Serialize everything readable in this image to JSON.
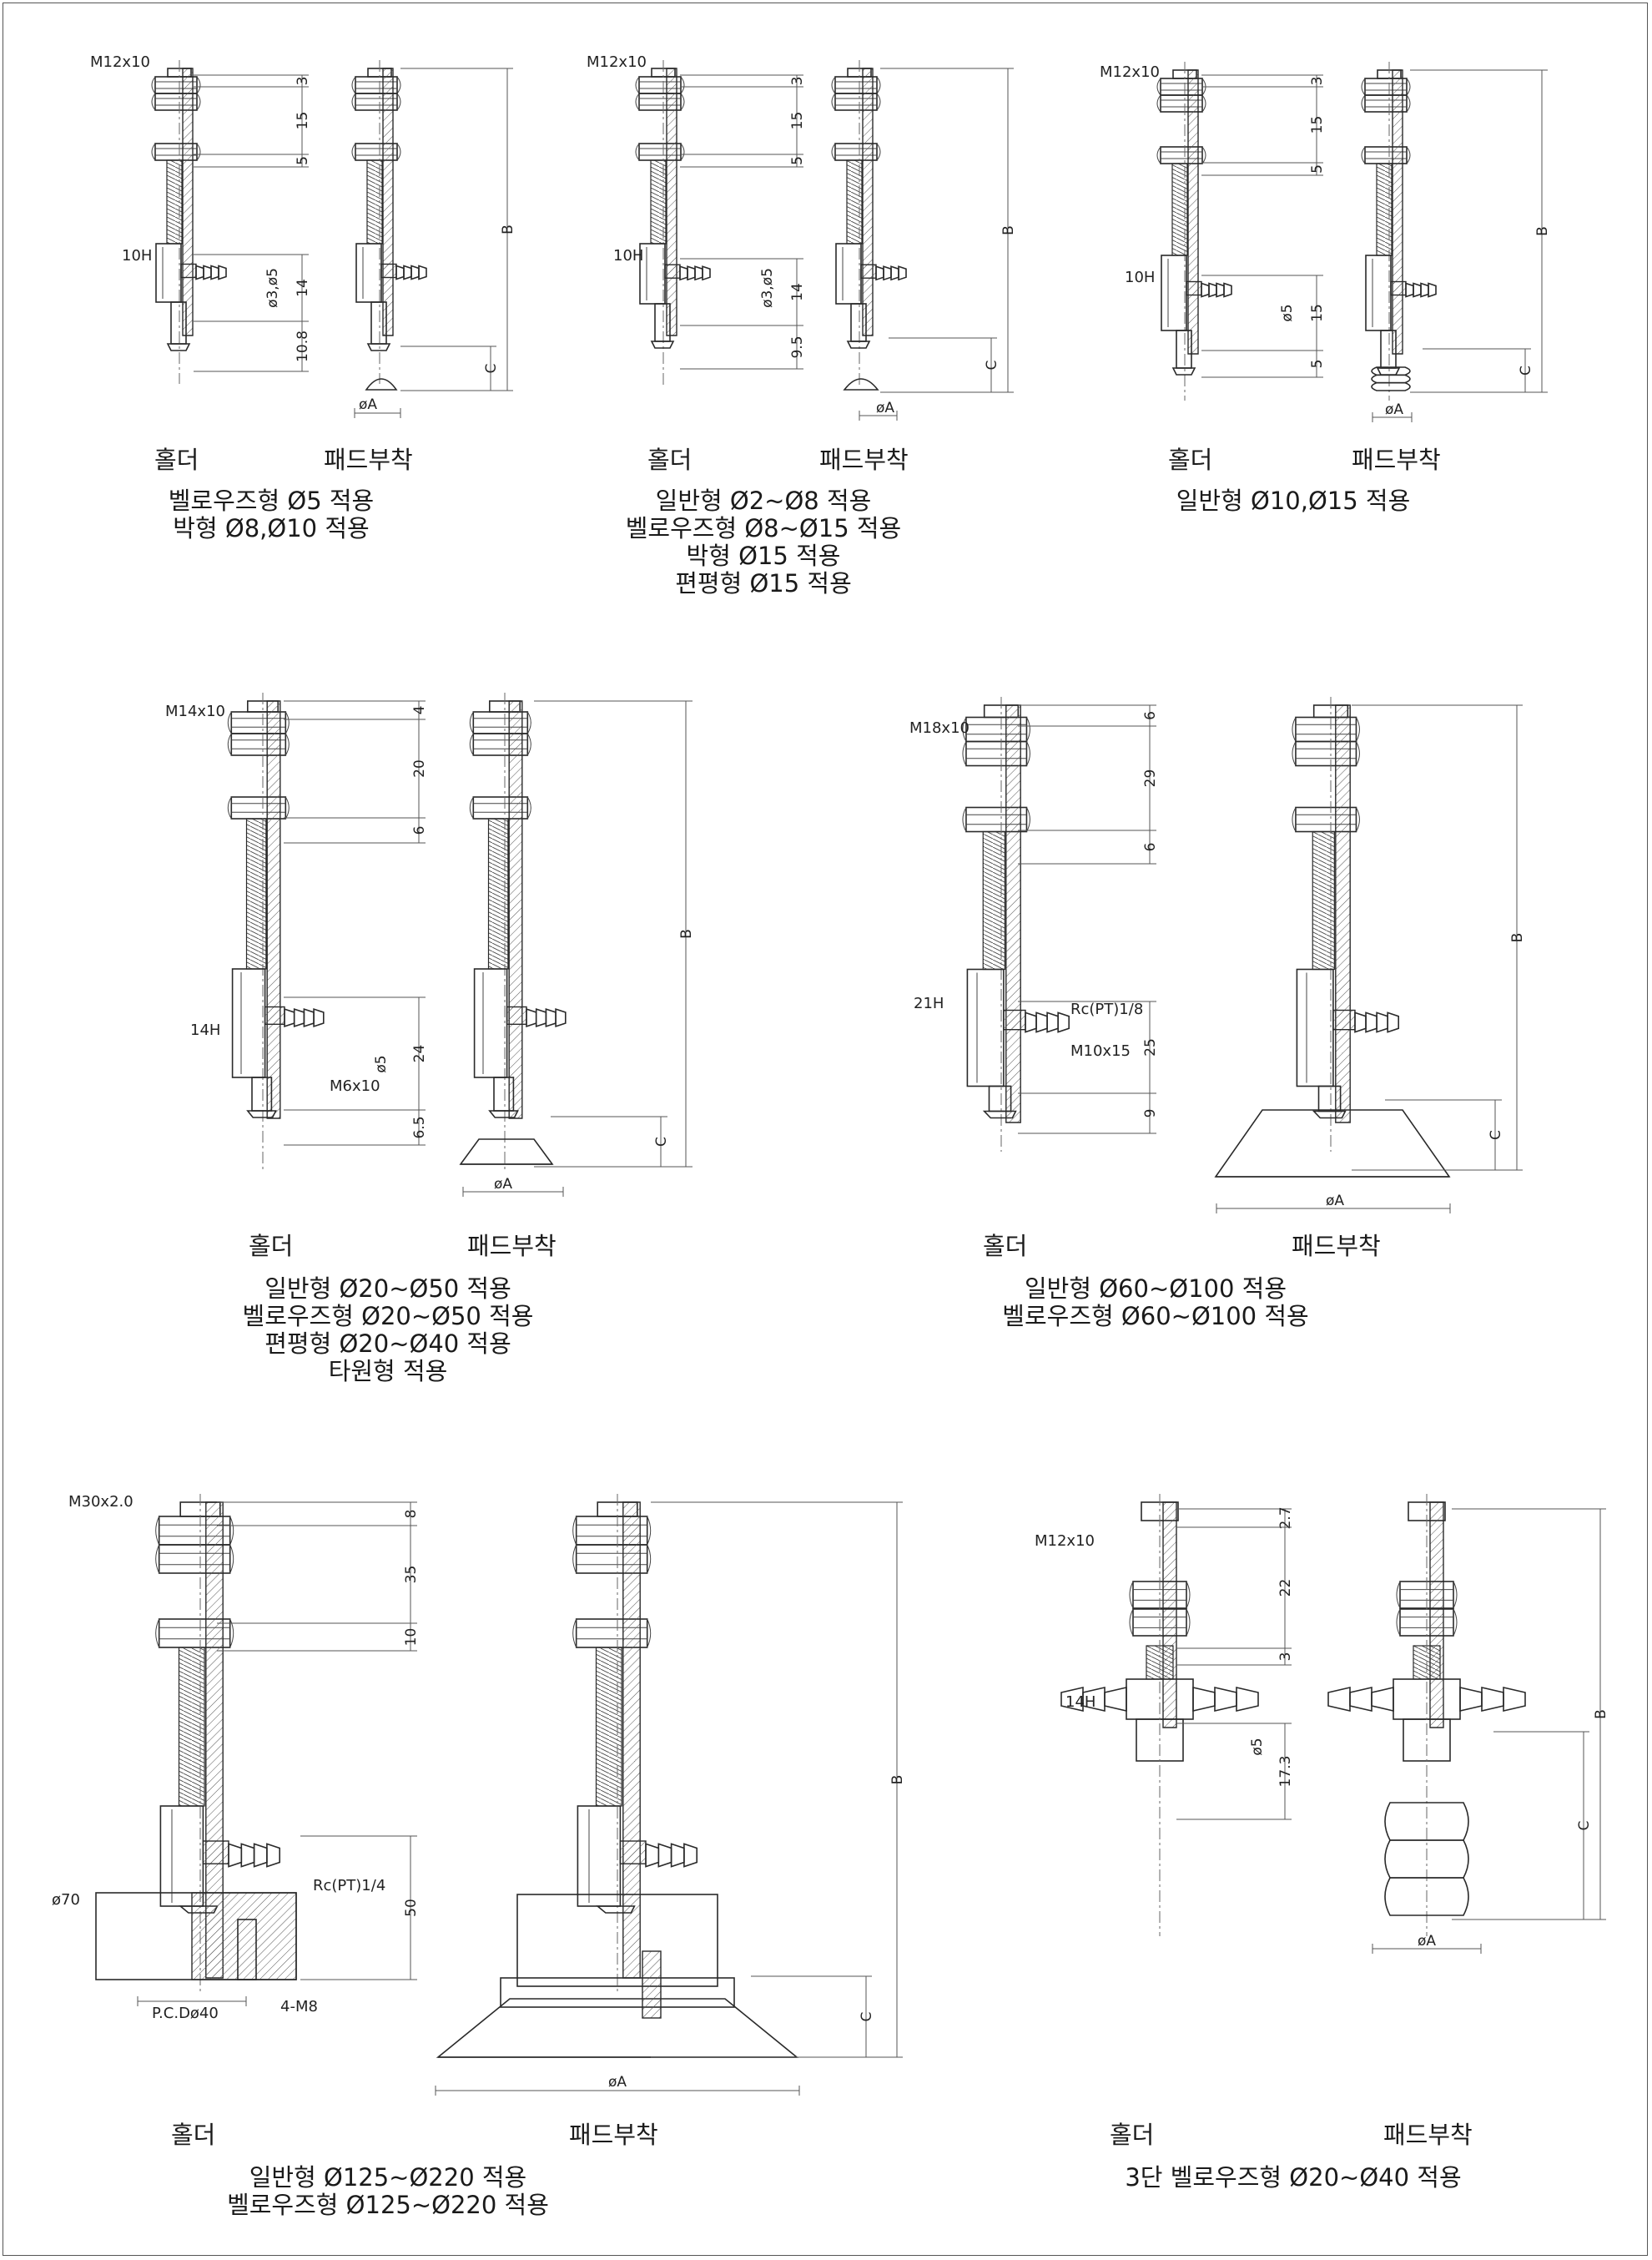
{
  "labels": {
    "holder": "홀더",
    "pad": "패드부착"
  },
  "groups": [
    {
      "captions": [
        "벨로우즈형 Ø5 적용",
        "박형 Ø8,Ø10 적용"
      ],
      "thread": "M12x10",
      "hex": "10H",
      "dims": [
        "3",
        "15",
        "5",
        "14",
        "10.8"
      ],
      "port": "ø3,ø5",
      "pad_dims": [
        "B",
        "C",
        "øA"
      ]
    },
    {
      "captions": [
        "일반형 Ø2~Ø8 적용",
        "벨로우즈형 Ø8~Ø15 적용",
        "박형 Ø15 적용",
        "편평형 Ø15 적용"
      ],
      "thread": "M12x10",
      "hex": "10H",
      "dims": [
        "3",
        "15",
        "5",
        "14",
        "9.5"
      ],
      "port": "ø3,ø5",
      "pad_dims": [
        "B",
        "C",
        "øA"
      ]
    },
    {
      "captions": [
        "일반형 Ø10,Ø15 적용"
      ],
      "thread": "M12x10",
      "hex": "10H",
      "dims": [
        "3",
        "15",
        "5",
        "15",
        "5"
      ],
      "port": "ø5",
      "pad_dims": [
        "B",
        "C",
        "øA"
      ]
    },
    {
      "captions": [
        "일반형 Ø20~Ø50 적용",
        "벨로우즈형 Ø20~Ø50 적용",
        "편평형 Ø20~Ø40 적용",
        "타원형 적용"
      ],
      "thread": "M14x10",
      "hex": "14H",
      "dims": [
        "4",
        "20",
        "6",
        "24",
        "6.5"
      ],
      "port": "ø5",
      "extra": "M6x10",
      "pad_dims": [
        "B",
        "C",
        "øA"
      ]
    },
    {
      "captions": [
        "일반형 Ø60~Ø100 적용",
        "벨로우즈형 Ø60~Ø100 적용"
      ],
      "thread": "M18x10",
      "hex": "21H",
      "dims": [
        "6",
        "29",
        "6",
        "25",
        "9"
      ],
      "port": "Rc(PT)1/8",
      "extra": "M10x15",
      "pad_dims": [
        "B",
        "C",
        "øA"
      ]
    },
    {
      "captions": [
        "일반형 Ø125~Ø220 적용",
        "벨로우즈형 Ø125~Ø220 적용"
      ],
      "thread": "M30x2.0",
      "hex": "ø70",
      "dims": [
        "8",
        "35",
        "10",
        "50"
      ],
      "port": "Rc(PT)1/4",
      "extra": "4-M8",
      "pcd": "P.C.Dø40",
      "pad_dims": [
        "B",
        "C",
        "øA"
      ]
    },
    {
      "captions": [
        "3단 벨로우즈형 Ø20~Ø40 적용"
      ],
      "thread": "M12x10",
      "hex": "14H",
      "dims": [
        "2.7",
        "22",
        "3",
        "ø5",
        "17.3"
      ],
      "pad_dims": [
        "B",
        "C",
        "øA"
      ]
    }
  ]
}
